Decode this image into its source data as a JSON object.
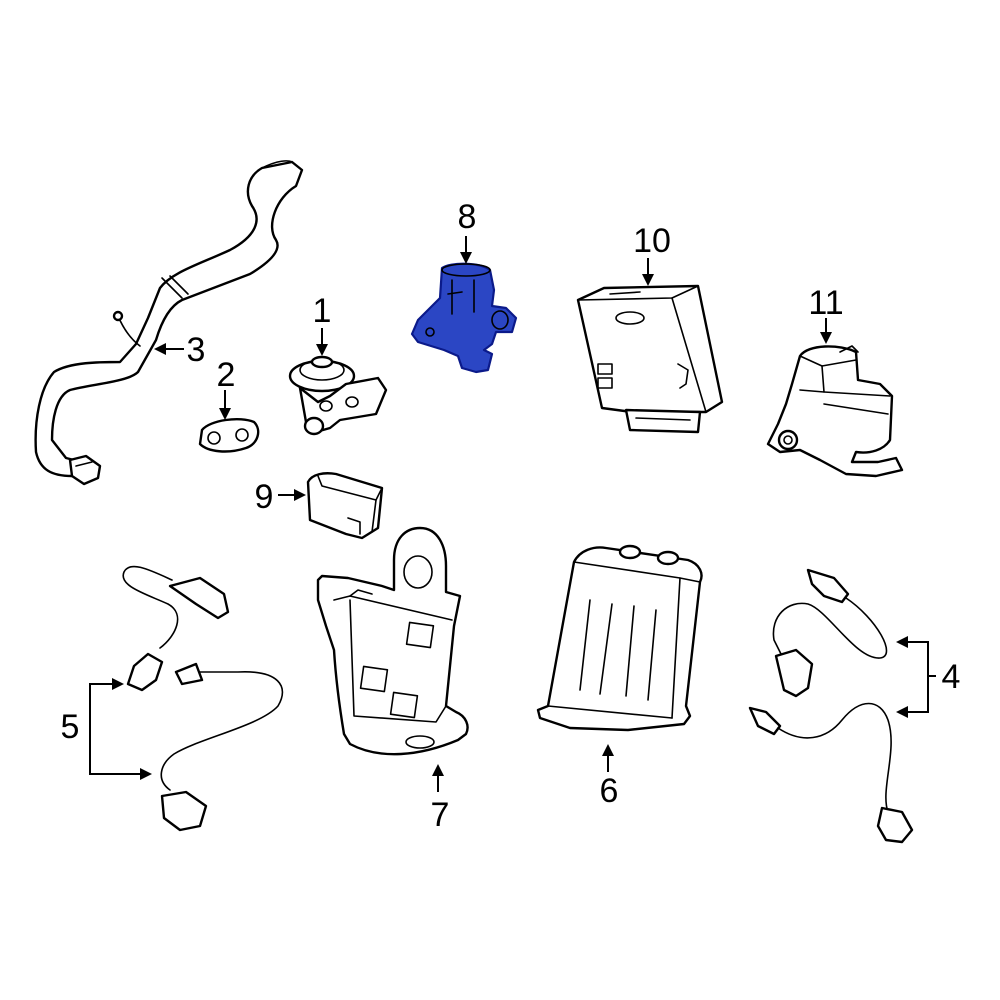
{
  "diagram": {
    "highlight_color": "#2b46c4",
    "callouts": [
      {
        "id": "1",
        "label": "1"
      },
      {
        "id": "2",
        "label": "2"
      },
      {
        "id": "3",
        "label": "3"
      },
      {
        "id": "4",
        "label": "4"
      },
      {
        "id": "5",
        "label": "5"
      },
      {
        "id": "6",
        "label": "6"
      },
      {
        "id": "7",
        "label": "7"
      },
      {
        "id": "8",
        "label": "8"
      },
      {
        "id": "9",
        "label": "9"
      },
      {
        "id": "10",
        "label": "10"
      },
      {
        "id": "11",
        "label": "11"
      }
    ]
  }
}
